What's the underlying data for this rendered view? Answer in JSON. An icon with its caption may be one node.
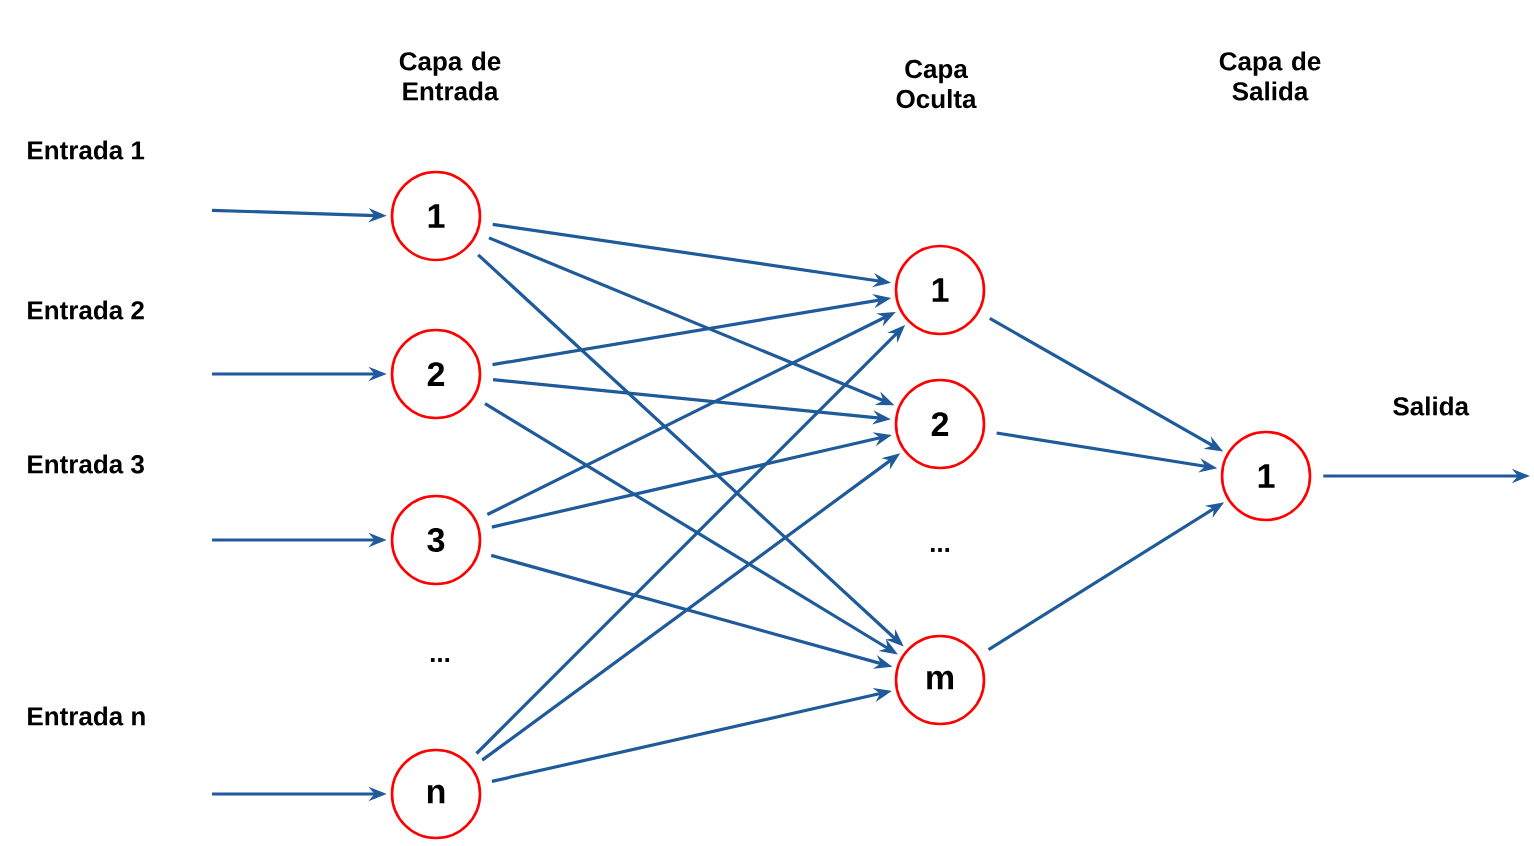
{
  "diagram": {
    "nodes": [
      {
        "text": [
          "1"
        ]
      },
      {
        "text": [
          "2"
        ]
      },
      {
        "text": [
          "3"
        ]
      },
      {
        "text": [
          "n"
        ]
      },
      {
        "text": [
          "1"
        ]
      },
      {
        "text": [
          "2"
        ]
      },
      {
        "text": [
          "m"
        ]
      },
      {
        "text": [
          "1"
        ]
      }
    ],
    "edges": [
      {
        "from": null,
        "to": 0,
        "arrow": "to",
        "label": "Entrada 1"
      },
      {
        "from": null,
        "to": 1,
        "arrow": "to",
        "label": "Entrada 2"
      },
      {
        "from": null,
        "to": 2,
        "arrow": "to",
        "label": "Entrada 3"
      },
      {
        "from": null,
        "to": 3,
        "arrow": "to",
        "label": "Entrada n"
      },
      {
        "from": 0,
        "to": 4,
        "arrow": "to"
      },
      {
        "from": 0,
        "to": 5,
        "arrow": "to"
      },
      {
        "from": 0,
        "to": 6,
        "arrow": "to"
      },
      {
        "from": 1,
        "to": 4,
        "arrow": "to"
      },
      {
        "from": 1,
        "to": 5,
        "arrow": "to"
      },
      {
        "from": 1,
        "to": 6,
        "arrow": "to"
      },
      {
        "from": 2,
        "to": 4,
        "arrow": "to"
      },
      {
        "from": 2,
        "to": 5,
        "arrow": "to"
      },
      {
        "from": 2,
        "to": 6,
        "arrow": "to"
      },
      {
        "from": 3,
        "to": 4,
        "arrow": "to"
      },
      {
        "from": 3,
        "to": 5,
        "arrow": "to"
      },
      {
        "from": 3,
        "to": 6,
        "arrow": "to"
      },
      {
        "from": 4,
        "to": 7,
        "arrow": "to"
      },
      {
        "from": 5,
        "to": 7,
        "arrow": "to"
      },
      {
        "from": 6,
        "to": 7,
        "arrow": "to"
      },
      {
        "from": 7,
        "to": null,
        "arrow": "to",
        "label": "Salida"
      }
    ],
    "labels": [
      "Capa de Entrada",
      "Capa Oculta",
      "Capa de Salida",
      "...",
      "..."
    ]
  }
}
